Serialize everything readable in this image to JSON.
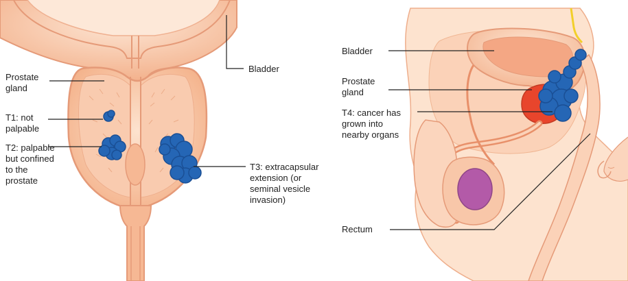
{
  "left_diagram": {
    "labels": {
      "bladder": "Bladder",
      "prostate_gland": "Prostate\ngland",
      "t1": "T1: not\npalpable",
      "t2": "T2: palpable\nbut confined\nto the\nprostate",
      "t3": "T3: extracapsular\nextension (or\nseminal vesicle\ninvasion)"
    }
  },
  "right_diagram": {
    "labels": {
      "bladder": "Bladder",
      "prostate_gland": "Prostate\ngland",
      "t4": "T4: cancer has\ngrown into\nnearby organs",
      "rectum": "Rectum"
    }
  },
  "colors": {
    "tissue_light": "#fbd9c3",
    "tissue_mid": "#f6b894",
    "tissue_dark": "#e8906a",
    "outline": "#e59a78",
    "tumor": "#2566b5",
    "tumor_edge": "#1a4f95",
    "prostate_red": "#e8452c",
    "testis_purple": "#b35aa8",
    "nerve_yellow": "#f2cf2a",
    "leader_line": "#222222"
  }
}
